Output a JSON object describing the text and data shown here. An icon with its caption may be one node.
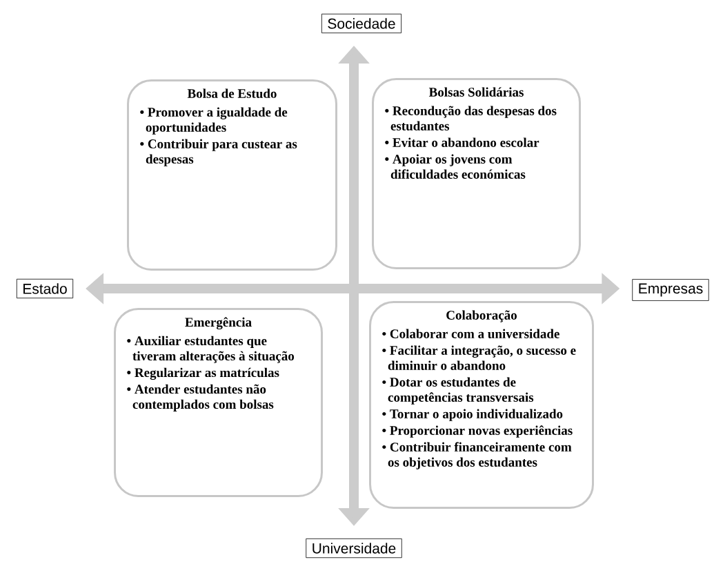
{
  "diagram": {
    "nodes": [
      {
        "text": [
          "Sociedade"
        ]
      },
      {
        "text": [
          "Universidade"
        ]
      },
      {
        "text": [
          "Estado"
        ]
      },
      {
        "text": [
          "Empresas"
        ]
      },
      {
        "text": [
          "Bolsa de Estudo",
          "• Promover a igualdade de oportunidades",
          "• Contribuir para custear as despesas"
        ]
      },
      {
        "text": [
          "Bolsas Solidárias",
          "• Recondução das despesas dos estudantes",
          "• Evitar o abandono escolar",
          "• Apoiar os jovens com dificuldades económicas"
        ]
      },
      {
        "text": [
          "Emergência",
          "• Auxiliar estudantes que tiveram alterações à situação",
          "• Regularizar as matrículas",
          "• Atender estudantes não contemplados com bolsas"
        ]
      },
      {
        "text": [
          "Colaboração",
          "• Colaborar com a universidade",
          "• Facilitar a integração, o sucesso e diminuir o abandono",
          "• Dotar os estudantes de competências transversais",
          "• Tornar o apoio individualizado",
          "• Proporcionar novas experiências",
          "• Contribuir financeiramente com os objetivos dos estudantes"
        ]
      }
    ],
    "edges": [
      {
        "from": 1,
        "to": 0,
        "arrow": "both"
      },
      {
        "from": 2,
        "to": 3,
        "arrow": "both"
      }
    ]
  }
}
